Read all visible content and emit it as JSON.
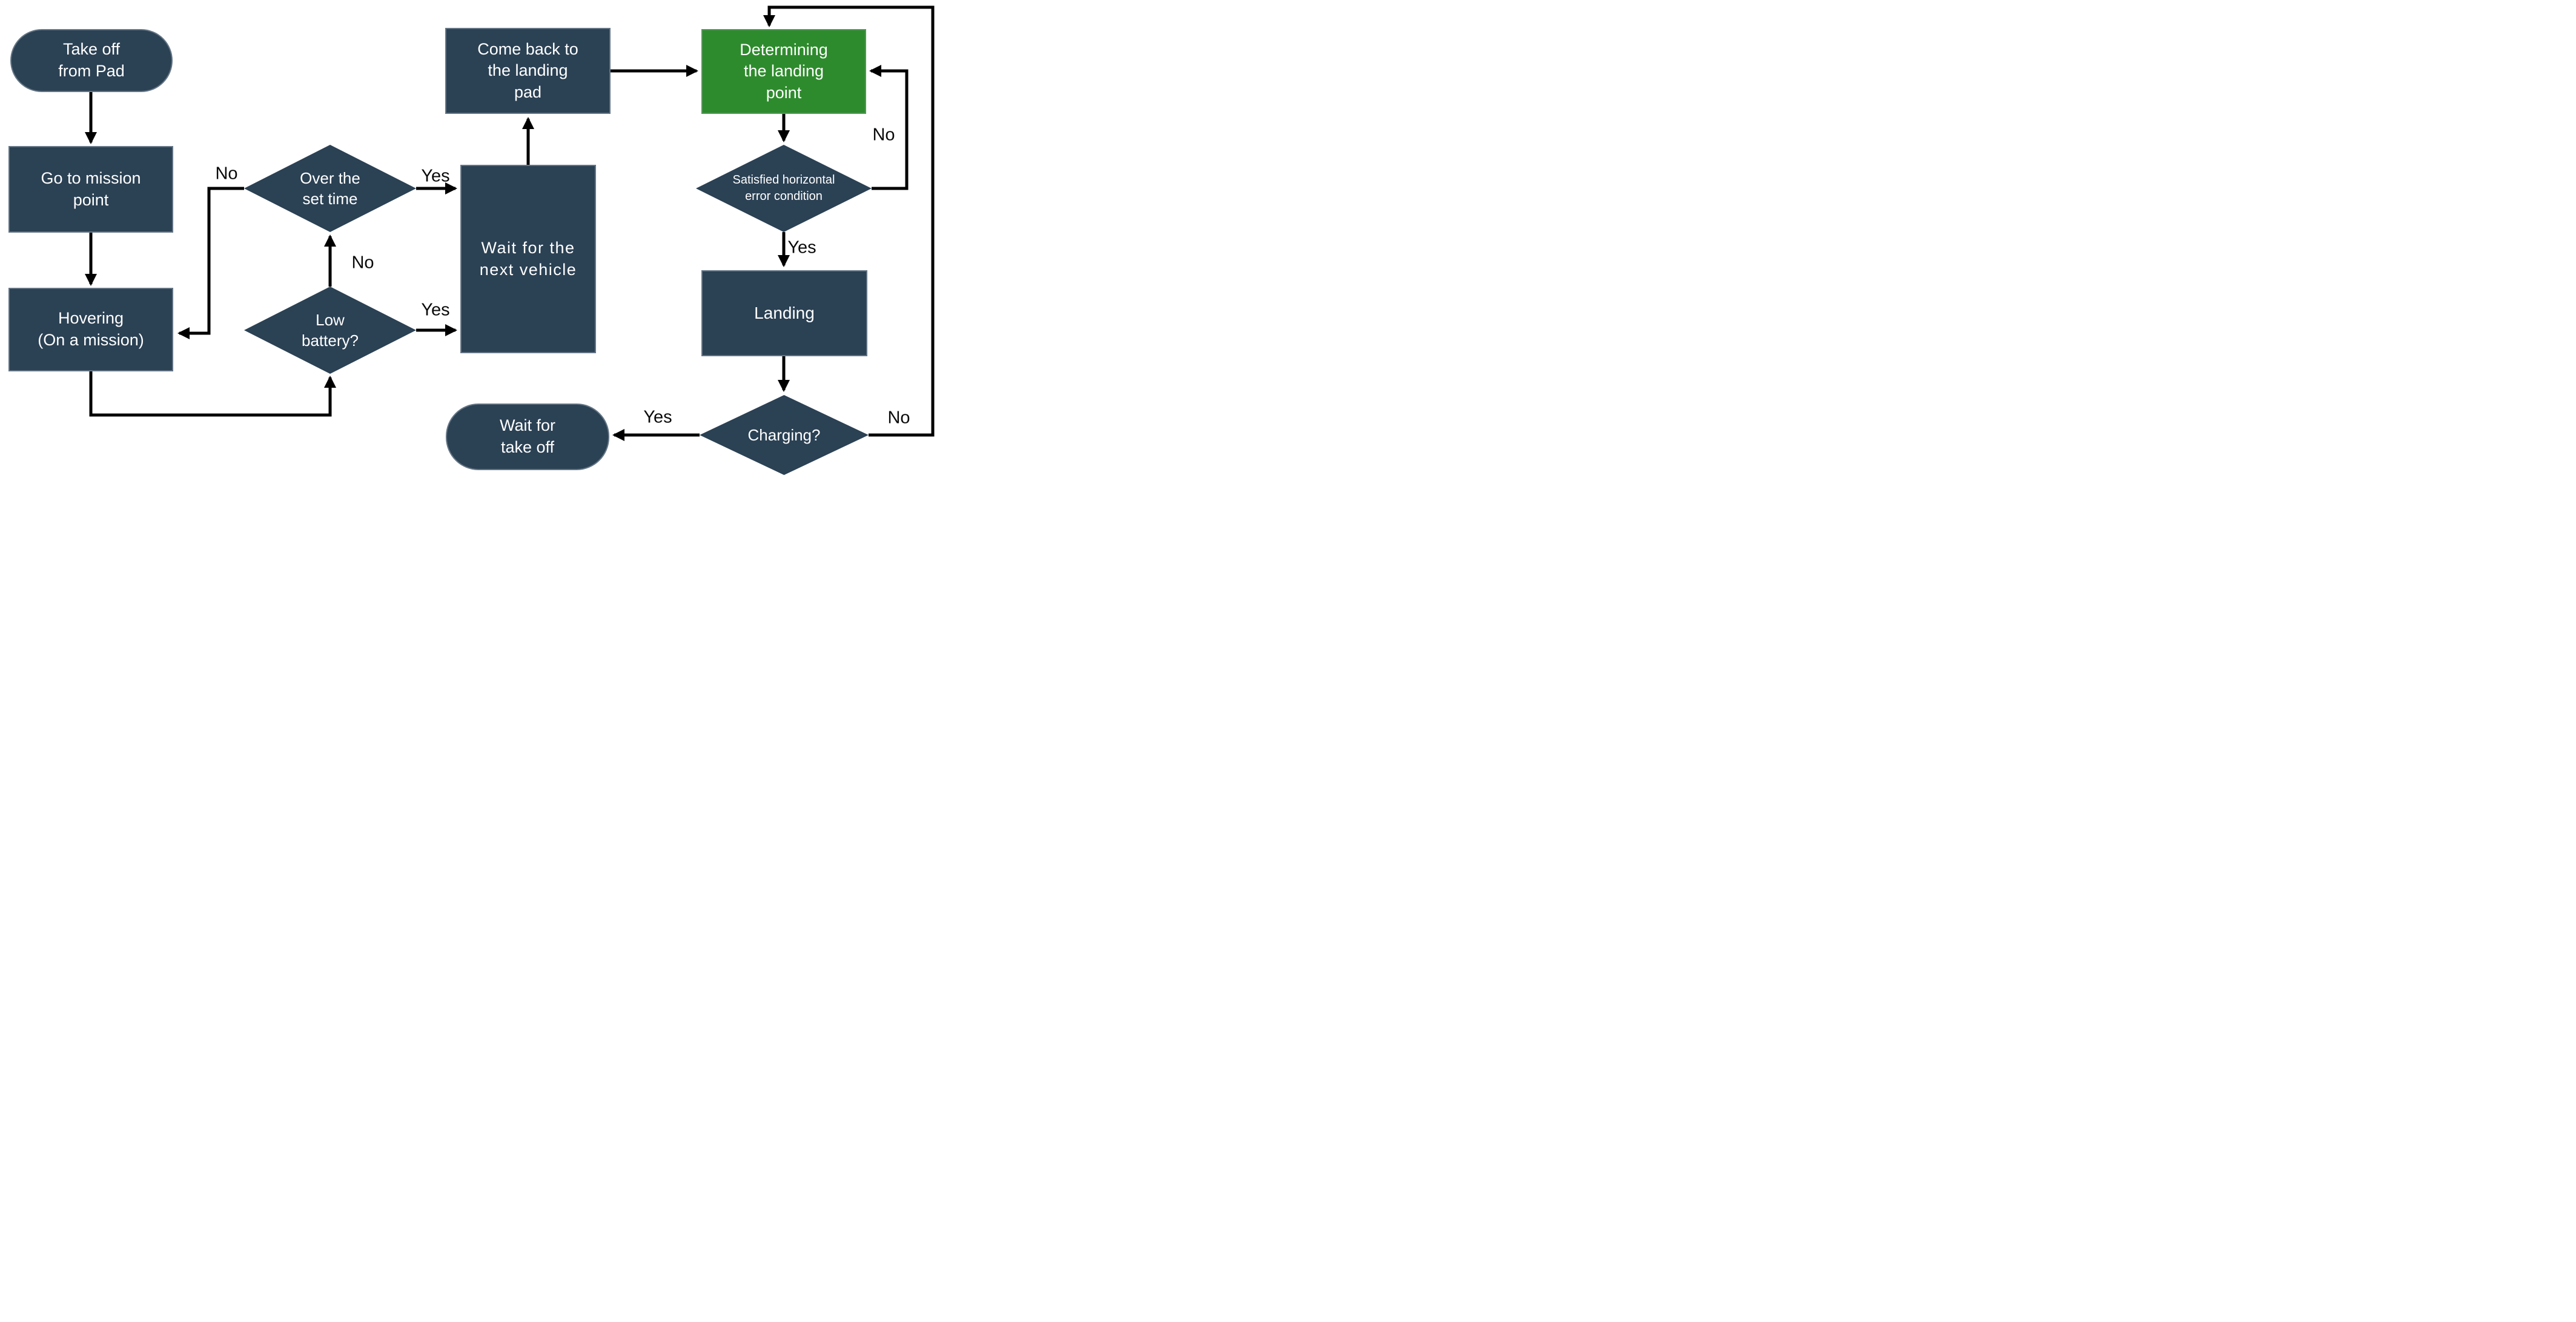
{
  "diagram": {
    "colors": {
      "node_fill": "#2B4154",
      "highlight_fill": "#2E8B2D",
      "line": "#000000",
      "node_text": "#FFFFFF",
      "label_text": "#0A0A0A",
      "bg": "#FFFFFF"
    },
    "nodes": {
      "take_off": {
        "label": "Take off\nfrom Pad",
        "shape": "rounded"
      },
      "go_to_mission": {
        "label": "Go to mission\npoint",
        "shape": "rect"
      },
      "hovering": {
        "label": "Hovering\n(On a mission)",
        "shape": "rect"
      },
      "over_set_time": {
        "label": "Over the\nset time",
        "shape": "diamond"
      },
      "low_battery": {
        "label": "Low\nbattery?",
        "shape": "diamond"
      },
      "wait_next_vehicle": {
        "label": "Wait for the\nnext vehicle",
        "shape": "rect"
      },
      "come_back": {
        "label": "Come back to\nthe landing\npad",
        "shape": "rect"
      },
      "determining": {
        "label": "Determining\nthe landing\npoint",
        "shape": "rect",
        "highlighted": true
      },
      "satisfied": {
        "label": "Satisfied horizontal\nerror condition",
        "shape": "diamond"
      },
      "landing": {
        "label": "Landing",
        "shape": "rect"
      },
      "charging": {
        "label": "Charging?",
        "shape": "diamond"
      },
      "wait_take_off": {
        "label": "Wait for\ntake off",
        "shape": "rounded"
      }
    },
    "edge_labels": {
      "over_no": "No",
      "over_yes": "Yes",
      "low_no": "No",
      "low_yes": "Yes",
      "satisfied_no": "No",
      "satisfied_yes": "Yes",
      "charging_yes": "Yes",
      "charging_no": "No"
    }
  }
}
